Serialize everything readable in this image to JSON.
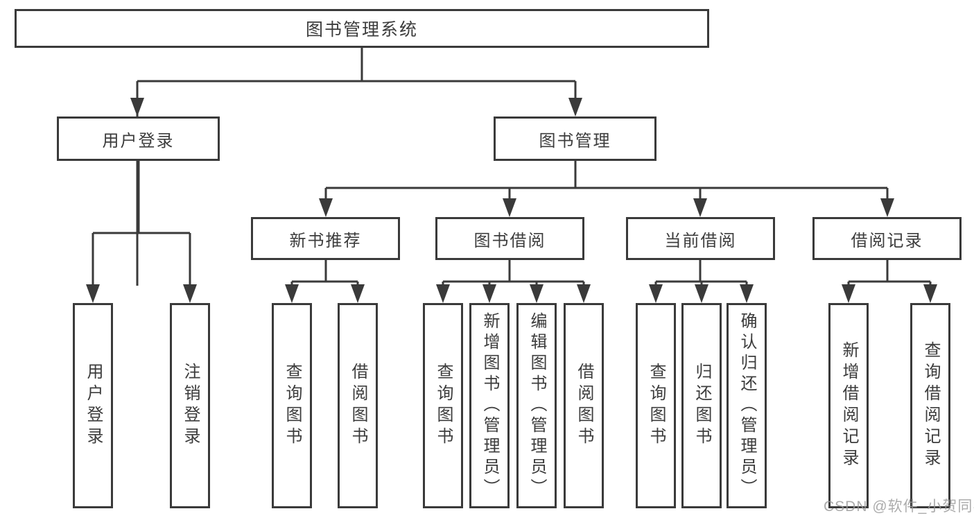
{
  "tree": {
    "label": "图书管理系统",
    "children": [
      {
        "label": "用户登录",
        "children": [
          {
            "label": "用户登录"
          },
          {
            "label": "注销登录"
          }
        ]
      },
      {
        "label": "图书管理",
        "children": [
          {
            "label": "新书推荐",
            "children": [
              {
                "label": "查询图书"
              },
              {
                "label": "借阅图书"
              }
            ]
          },
          {
            "label": "图书借阅",
            "children": [
              {
                "label": "查询图书"
              },
              {
                "label": "新增图书（管理员）"
              },
              {
                "label": "编辑图书（管理员）"
              },
              {
                "label": "借阅图书"
              }
            ]
          },
          {
            "label": "当前借阅",
            "children": [
              {
                "label": "查询图书"
              },
              {
                "label": "归还图书"
              },
              {
                "label": "确认归还（管理员）"
              }
            ]
          },
          {
            "label": "借阅记录",
            "children": [
              {
                "label": "新增借阅记录"
              },
              {
                "label": "查询借阅记录"
              }
            ]
          }
        ]
      }
    ]
  },
  "watermark": "CSDN @软件_小贺同学",
  "colors": {
    "line": "#3a3a3a",
    "text": "#3c3c3c",
    "box_background": "#ffffff",
    "watermark": "#989898"
  }
}
